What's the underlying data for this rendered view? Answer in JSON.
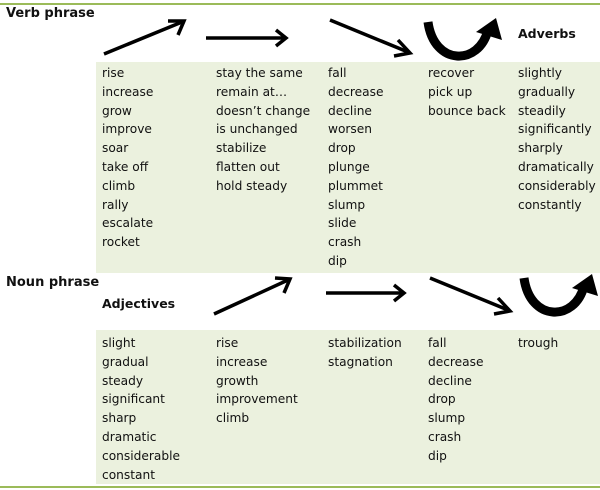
{
  "verb_section": {
    "title": "Verb phrase",
    "adverbs_header": "Adverbs",
    "columns": [
      [
        "rise",
        "increase",
        "grow",
        "improve",
        "soar",
        "take off",
        "climb",
        "rally",
        "escalate",
        "rocket"
      ],
      [
        "stay the same",
        "remain at…",
        "doesn’t change",
        "is unchanged",
        "stabilize",
        "flatten out",
        "hold steady"
      ],
      [
        "fall",
        "decrease",
        "decline",
        "worsen",
        "drop",
        "plunge",
        "plummet",
        "slump",
        "slide",
        "crash",
        "dip"
      ],
      [
        "recover",
        "pick up",
        "bounce back"
      ],
      [
        "slightly",
        "gradually",
        "steadily",
        "significantly",
        "sharply",
        "dramatically",
        "considerably",
        "constantly"
      ]
    ]
  },
  "noun_section": {
    "title": "Noun phrase",
    "adjectives_header": "Adjectives",
    "columns": [
      [
        "slight",
        "gradual",
        "steady",
        "significant",
        "sharp",
        "dramatic",
        "considerable",
        "constant"
      ],
      [
        "rise",
        "increase",
        "growth",
        "improvement",
        "climb"
      ],
      [
        "stabilization",
        "stagnation"
      ],
      [
        "fall",
        "decrease",
        "decline",
        "drop",
        "slump",
        "crash",
        "dip"
      ],
      [
        "trough"
      ]
    ]
  },
  "colors": {
    "green_fill": "#ebf1de",
    "rule": "#9bbb59",
    "ink": "#000000"
  }
}
